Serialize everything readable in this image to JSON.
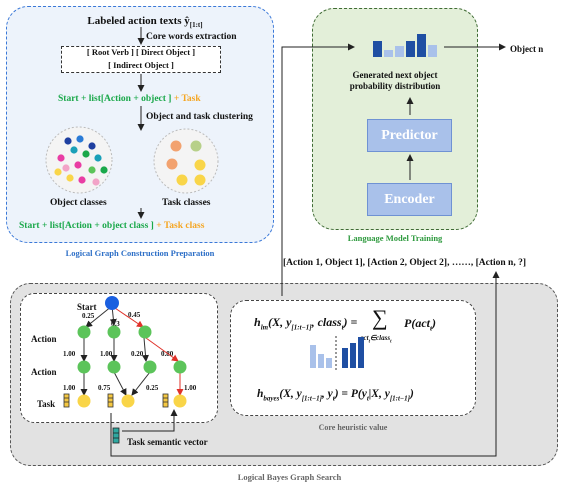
{
  "prep": {
    "title": "Labeled action texts ŷ",
    "title_sub": "[1:t]",
    "core_words": "Core words extraction",
    "roles_line1": "[ Root Verb ] [ Direct Object ]",
    "roles_line2": "[ Indirect Object ]",
    "seq_start": "Start",
    "seq_list": "+ list[Action + object ]",
    "seq_task": "+ Task",
    "clustering": "Object and task clustering",
    "object_classes": "Object classes",
    "task_classes": "Task classes",
    "seq2_start": "Start",
    "seq2_list": "+ list[Action + object class ]",
    "seq2_task": "+ Task class",
    "caption": "Logical Graph Construction Preparation"
  },
  "lm": {
    "dist_line1": "Generated next object",
    "dist_line2": "probability distribution",
    "output": "Object n",
    "predictor": "Predictor",
    "encoder": "Encoder",
    "caption": "Language Model Training",
    "input_seq": "[Action 1,  Object 1], [Action 2, Object 2], ……,  [Action n, ?]"
  },
  "search": {
    "start": "Start",
    "action1": "Action",
    "action2": "Action",
    "task": "Task",
    "w_start": [
      "0.25",
      "0.3",
      "0.45"
    ],
    "w_mid": [
      "1.00",
      "1.00",
      "0.20",
      "0.80"
    ],
    "w_low": [
      "1.00",
      "0.75",
      "0.25",
      "1.00"
    ],
    "task_vector": "Task semantic vector",
    "heuristic_caption": "Core heuristic value",
    "caption": "Logical Bayes Graph Search",
    "eq1_lhs": "h",
    "eq1_lhs_sub": "lm",
    "eq1_args": "(X, y",
    "eq1_args_sub": "[1:t−1]",
    "eq1_args_end": ", class",
    "eq1_args_end_sub": "t",
    "eq1_close": ") =",
    "eq1_sum": "∑",
    "eq1_sum_sub": "act",
    "eq1_sum_sub2": "t",
    "eq1_sum_sub3": "∈class",
    "eq1_sum_sub4": "t",
    "eq1_rhs": "P(act",
    "eq1_rhs_sub": "t",
    "eq1_rhs_end": ")",
    "eq2_lhs": "h",
    "eq2_lhs_sub": "bayes",
    "eq2_args": "(X, y",
    "eq2_args_sub": "[1:t−1]",
    "eq2_args_end": ", y",
    "eq2_args_end_sub": "t",
    "eq2_close": ") = P(y",
    "eq2_rhs_sub": "t",
    "eq2_rhs": "|X, y",
    "eq2_rhs_sub2": "[1:t−1]",
    "eq2_rhs_end": ")"
  },
  "colors": {
    "prep_border": "#3a78d8",
    "lm_border": "#3f6b35",
    "node_green": "#5cc45a",
    "node_blue": "#1a5fe0",
    "node_yellow": "#f9d548",
    "edge_red": "#e0322a",
    "bar_dark": "#1f4fa3",
    "bar_light": "#a9c1ea"
  }
}
